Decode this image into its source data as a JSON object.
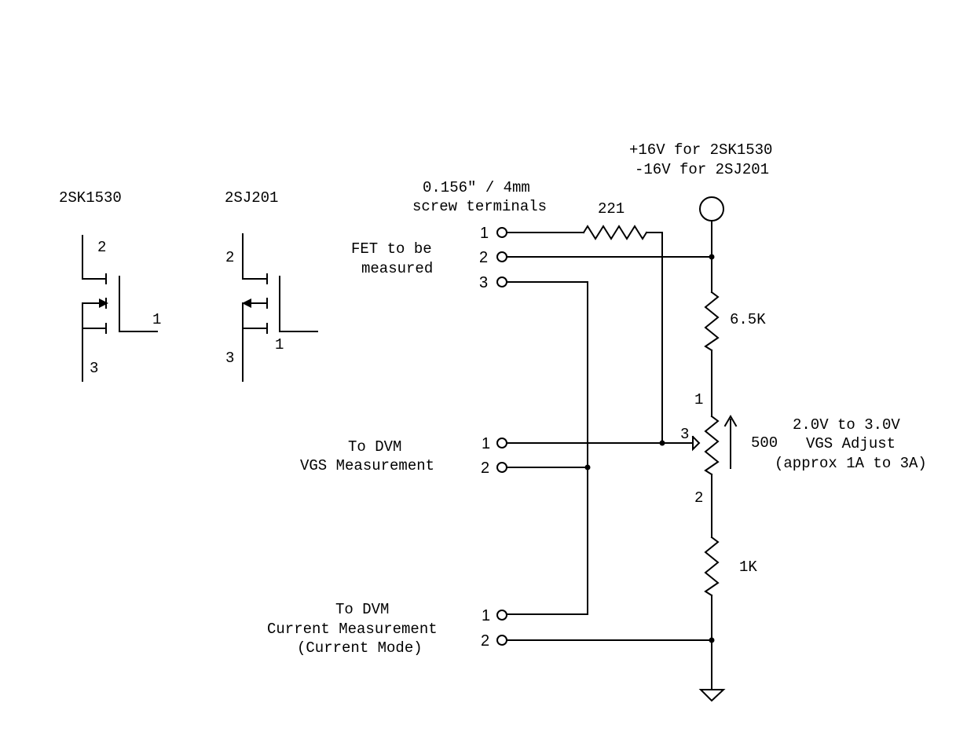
{
  "fets": {
    "nch": {
      "name": "2SK1530",
      "pin_drain": "2",
      "pin_gate": "1",
      "pin_source": "3"
    },
    "pch": {
      "name": "2SJ201",
      "pin_drain": "2",
      "pin_gate": "1",
      "pin_source": "3"
    }
  },
  "supply": {
    "line1": "+16V for 2SK1530",
    "line2": "-16V for 2SJ201"
  },
  "terminals": {
    "line1": "0.156\" / 4mm",
    "line2": "screw terminals"
  },
  "fet_connector": {
    "label_line1": "FET to be",
    "label_line2": "measured",
    "pins": [
      "1",
      "2",
      "3"
    ]
  },
  "vgs_connector": {
    "label_line1": "To DVM",
    "label_line2": "VGS Measurement",
    "pins": [
      "1",
      "2"
    ]
  },
  "current_connector": {
    "label_line1": "To DVM",
    "label_line2": "Current Measurement",
    "label_line3": "(Current Mode)",
    "pins": [
      "1",
      "2"
    ]
  },
  "resistors": {
    "r_gate": "221",
    "r_top": "6.5K",
    "pot": "500",
    "r_bottom": "1K"
  },
  "pot_pins": {
    "p1": "1",
    "p2": "2",
    "p3": "3"
  },
  "adjust": {
    "line1": "2.0V to 3.0V",
    "line2": "VGS Adjust",
    "line3": "(approx 1A to 3A)"
  }
}
